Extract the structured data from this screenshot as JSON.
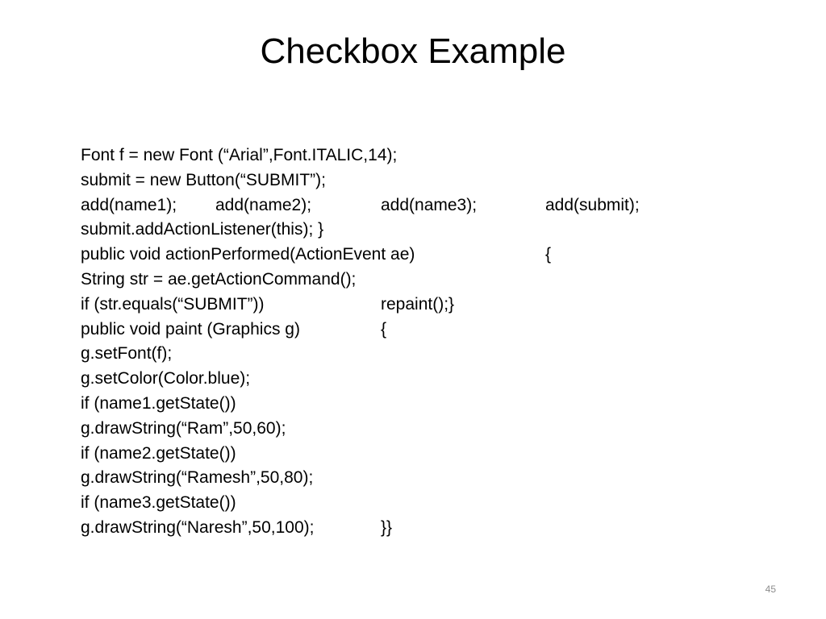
{
  "slide": {
    "title": "Checkbox Example",
    "page_number": "45"
  },
  "code": {
    "lines": [
      {
        "segments": [
          "Font f = new Font (“Arial”,Font.ITALIC,14);"
        ]
      },
      {
        "segments": [
          "submit = new Button(“SUBMIT”);"
        ]
      },
      {
        "segments": [
          "add(name1);",
          "add(name2);",
          "add(name3);",
          "add(submit);"
        ]
      },
      {
        "segments": [
          "submit.addActionListener(this); }"
        ]
      },
      {
        "segments": [
          "public void actionPerformed(ActionEvent ae)",
          "{"
        ]
      },
      {
        "segments": [
          "String str = ae.getActionCommand();"
        ]
      },
      {
        "segments": [
          "if (str.equals(“SUBMIT”))",
          "repaint();}"
        ]
      },
      {
        "segments": [
          "public void paint (Graphics g)",
          "{"
        ]
      },
      {
        "segments": [
          "g.setFont(f);"
        ]
      },
      {
        "segments": [
          "g.setColor(Color.blue);"
        ]
      },
      {
        "segments": [
          "if (name1.getState())"
        ]
      },
      {
        "segments": [
          "g.drawString(“Ram”,50,60);"
        ]
      },
      {
        "segments": [
          "if (name2.getState())"
        ]
      },
      {
        "segments": [
          "g.drawString(“Ramesh”,50,80);"
        ]
      },
      {
        "segments": [
          "if (name3.getState())"
        ]
      },
      {
        "segments": [
          "g.drawString(“Naresh”,50,100);",
          "}}"
        ]
      }
    ]
  }
}
